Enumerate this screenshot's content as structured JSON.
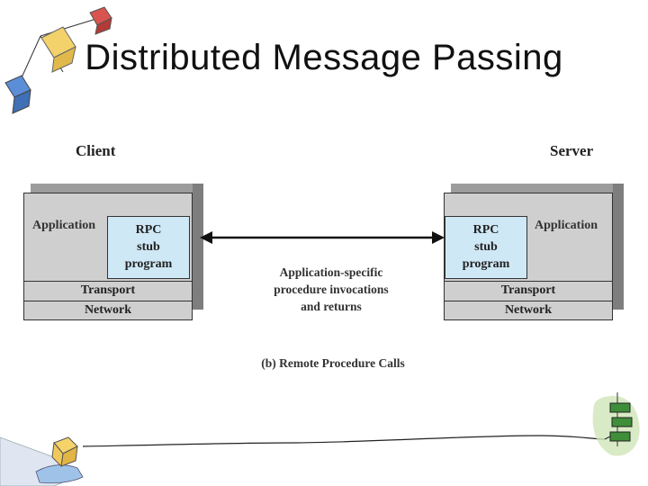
{
  "slide": {
    "title": "Distributed Message Passing"
  },
  "diagram": {
    "client": {
      "heading": "Client",
      "application_label": "Application",
      "rpc_lines": [
        "RPC",
        "stub",
        "program"
      ],
      "transport_label": "Transport",
      "network_label": "Network"
    },
    "server": {
      "heading": "Server",
      "application_label": "Application",
      "rpc_lines": [
        "RPC",
        "stub",
        "program"
      ],
      "transport_label": "Transport",
      "network_label": "Network"
    },
    "connector_lines": [
      "Application-specific",
      "procedure invocations",
      "and returns"
    ],
    "caption": "(b) Remote Procedure Calls"
  },
  "colors": {
    "box_fill": "#cfcfcf",
    "rpc_fill": "#cfe8f6",
    "outline": "#333333"
  }
}
